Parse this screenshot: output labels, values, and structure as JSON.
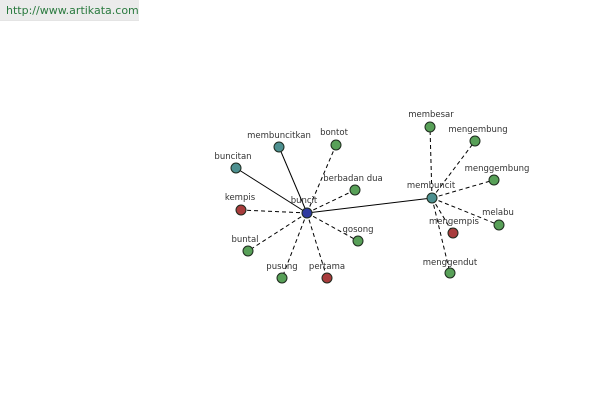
{
  "url": "http://www.artikata.com",
  "colors": {
    "center": "#2f3aa0",
    "synonym": "#58a058",
    "antonym": "#a83c3c",
    "derived": "#4d9090"
  },
  "nodes": [
    {
      "id": "buncit",
      "label": "buncit",
      "type": "center"
    },
    {
      "id": "membuncit",
      "label": "membuncit",
      "type": "derived"
    },
    {
      "id": "membuncitkan",
      "label": "membuncitkan",
      "type": "derived"
    },
    {
      "id": "buncitan",
      "label": "buncitan",
      "type": "derived"
    },
    {
      "id": "bontot",
      "label": "bontot",
      "type": "synonym"
    },
    {
      "id": "berbadan_dua",
      "label": "berbadan dua",
      "type": "synonym"
    },
    {
      "id": "kempis",
      "label": "kempis",
      "type": "antonym"
    },
    {
      "id": "buntal",
      "label": "buntal",
      "type": "synonym"
    },
    {
      "id": "gosong",
      "label": "gosong",
      "type": "synonym"
    },
    {
      "id": "pusung",
      "label": "pusung",
      "type": "synonym"
    },
    {
      "id": "pertama",
      "label": "pertama",
      "type": "antonym"
    },
    {
      "id": "membesar",
      "label": "membesar",
      "type": "synonym"
    },
    {
      "id": "mengembung",
      "label": "mengembung",
      "type": "synonym"
    },
    {
      "id": "menggembung",
      "label": "menggembung",
      "type": "synonym"
    },
    {
      "id": "melabu",
      "label": "melabu",
      "type": "synonym"
    },
    {
      "id": "mengempis",
      "label": "mengempis",
      "type": "antonym"
    },
    {
      "id": "menggendut",
      "label": "menggendut",
      "type": "synonym"
    }
  ],
  "edges": [
    {
      "from": "buncit",
      "to": "membuncit",
      "style": "solid"
    },
    {
      "from": "buncit",
      "to": "membuncitkan",
      "style": "solid"
    },
    {
      "from": "buncit",
      "to": "buncitan",
      "style": "solid"
    },
    {
      "from": "buncit",
      "to": "bontot",
      "style": "dashed"
    },
    {
      "from": "buncit",
      "to": "berbadan_dua",
      "style": "dashed"
    },
    {
      "from": "buncit",
      "to": "kempis",
      "style": "dashed"
    },
    {
      "from": "buncit",
      "to": "buntal",
      "style": "dashed"
    },
    {
      "from": "buncit",
      "to": "gosong",
      "style": "dashed"
    },
    {
      "from": "buncit",
      "to": "pusung",
      "style": "dashed"
    },
    {
      "from": "buncit",
      "to": "pertama",
      "style": "dashed"
    },
    {
      "from": "membuncit",
      "to": "membesar",
      "style": "dashed"
    },
    {
      "from": "membuncit",
      "to": "mengembung",
      "style": "dashed"
    },
    {
      "from": "membuncit",
      "to": "menggembung",
      "style": "dashed"
    },
    {
      "from": "membuncit",
      "to": "melabu",
      "style": "dashed"
    },
    {
      "from": "membuncit",
      "to": "mengempis",
      "style": "dashed"
    },
    {
      "from": "membuncit",
      "to": "menggendut",
      "style": "dashed"
    }
  ]
}
